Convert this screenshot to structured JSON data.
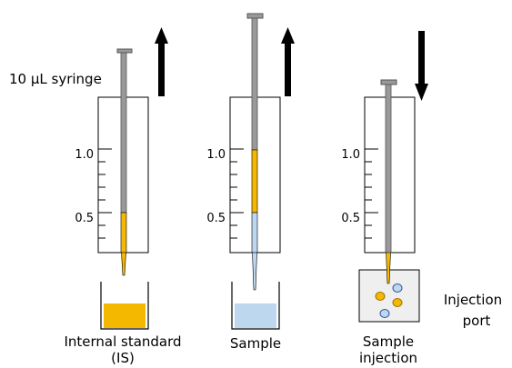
{
  "syringe_label": "10 µL syringe",
  "scale_ticks": [
    "1.0",
    "0.5"
  ],
  "steps": [
    {
      "caption_lines": [
        "Internal standard",
        "(IS)"
      ],
      "plunger_direction": "up"
    },
    {
      "caption_lines": [
        "Sample"
      ],
      "plunger_direction": "up"
    },
    {
      "caption_lines": [
        "Sample",
        "injection"
      ],
      "plunger_direction": "down"
    }
  ],
  "injection_port_label_lines": [
    "Injection",
    "port"
  ],
  "colors": {
    "internal_standard": "#F5B800",
    "sample": "#BDD7EE",
    "plunger": "#8C8C8C",
    "port_fill": "#EFEFEF"
  }
}
